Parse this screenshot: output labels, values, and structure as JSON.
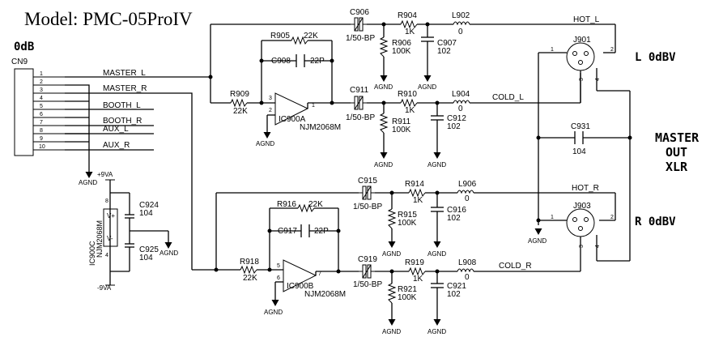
{
  "title": "Model: PMC-05ProIV",
  "section_0db": "0dB",
  "connector": {
    "ref": "CN9",
    "pins": [
      "1",
      "2",
      "3",
      "4",
      "5",
      "6",
      "7",
      "8",
      "9",
      "10"
    ],
    "signals": [
      "MASTER_L",
      "MASTER_R",
      "BOOTH_L",
      "BOOTH_R",
      "AUX_L",
      "AUX_R"
    ],
    "ground": "AGND"
  },
  "supply": {
    "pos": "+9VA",
    "neg": "-9VA",
    "ic": "IC900C",
    "ic_part": "NJM2068M",
    "vplus": "V+",
    "vminus": "V-",
    "pin_top": "8",
    "pin_bottom": "4",
    "c_top": "C924",
    "c_top_val": "104",
    "c_bot": "C925",
    "c_bot_val": "104",
    "ground": "AGND"
  },
  "left_channel": {
    "feedback_res": "R905",
    "feedback_res_val": "22K",
    "feedback_cap": "C908",
    "feedback_cap_val": "22P",
    "input_res": "R909",
    "input_res_val": "22K",
    "opamp": "IC900A",
    "opamp_part": "NJM2068M",
    "pin_in_plus": "3",
    "pin_in_minus": "2",
    "pin_out": "1",
    "ground": "AGND",
    "hot": {
      "cap": "C906",
      "cap_val": "1/50-BP",
      "series_res": "R904",
      "series_res_val": "1K",
      "shunt_res": "R906",
      "shunt_res_val": "100K",
      "shunt_cap": "C907",
      "shunt_cap_val": "102",
      "inductor": "L902",
      "inductor_val": "0",
      "net": "HOT_L"
    },
    "cold": {
      "cap": "C911",
      "cap_val": "1/50-BP",
      "series_res": "R910",
      "series_res_val": "1K",
      "shunt_res": "R911",
      "shunt_res_val": "100K",
      "shunt_cap": "C912",
      "shunt_cap_val": "102",
      "inductor": "L904",
      "inductor_val": "0",
      "net": "COLD_L"
    },
    "jack": "J901",
    "jack_pins": [
      "1",
      "2",
      "3",
      "4"
    ],
    "level": "L 0dBV"
  },
  "right_channel": {
    "feedback_res": "R916",
    "feedback_res_val": "22K",
    "feedback_cap": "C917",
    "feedback_cap_val": "22P",
    "input_res": "R918",
    "input_res_val": "22K",
    "opamp": "IC900B",
    "opamp_part": "NJM2068M",
    "pin_in_plus": "5",
    "pin_in_minus": "6",
    "pin_out": "7",
    "ground": "AGND",
    "hot": {
      "cap": "C915",
      "cap_val": "1/50-BP",
      "series_res": "R914",
      "series_res_val": "1K",
      "shunt_res": "R915",
      "shunt_res_val": "100K",
      "shunt_cap": "C916",
      "shunt_cap_val": "102",
      "inductor": "L906",
      "inductor_val": "0",
      "net": "HOT_R"
    },
    "cold": {
      "cap": "C919",
      "cap_val": "1/50-BP",
      "series_res": "R919",
      "series_res_val": "1K",
      "shunt_res": "R921",
      "shunt_res_val": "100K",
      "shunt_cap": "C921",
      "shunt_cap_val": "102",
      "inductor": "L908",
      "inductor_val": "0",
      "net": "COLD_R"
    },
    "jack": "J903",
    "jack_pins": [
      "1",
      "2",
      "3",
      "4"
    ],
    "level": "R 0dBV"
  },
  "shared": {
    "bridge_cap": "C931",
    "bridge_cap_val": "104",
    "ground": "AGND",
    "output_label": [
      "MASTER",
      "OUT",
      "XLR"
    ]
  }
}
